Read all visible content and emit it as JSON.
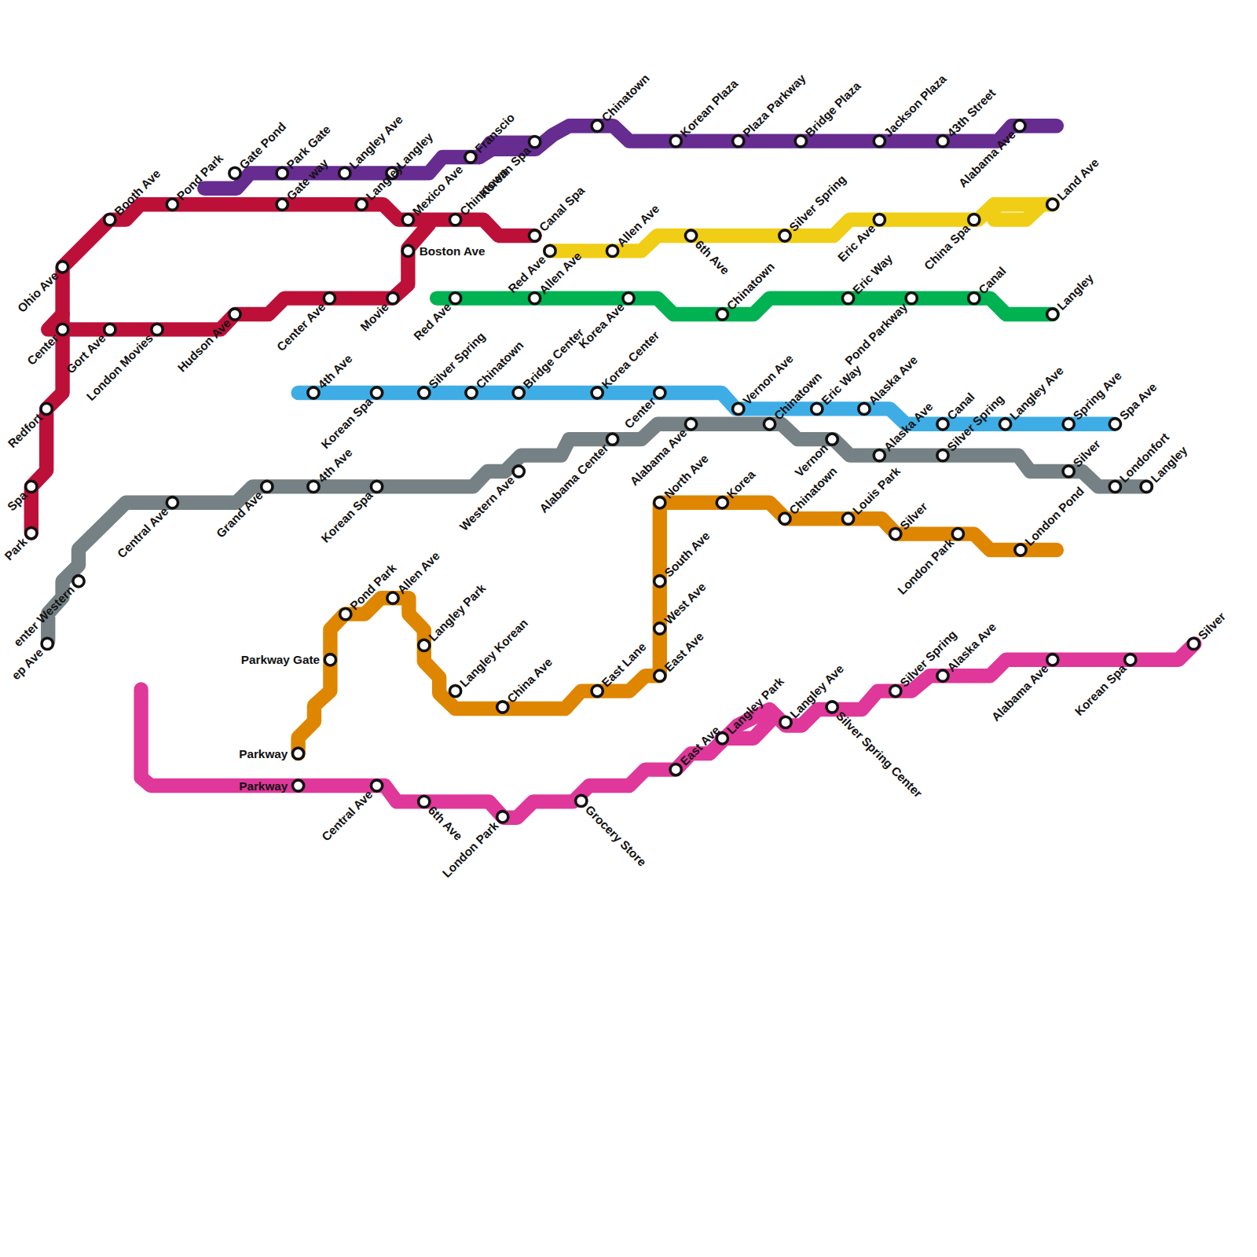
{
  "diagram": {
    "labels": [
      "Gate Pond",
      "Park Gate",
      "Langley Ave",
      "Langley",
      "Franscio",
      "Korean Spa",
      "Chinatown",
      "Korean Plaza",
      "Plaza Parkway",
      "Bridge Plaza",
      "Jackson Plaza",
      "43th Street",
      "Alabama Ave",
      "Booth Ave",
      "Pond Park",
      "Gate way",
      "Langley",
      "Mexico Ave",
      "Chinatown",
      "Canal Spa",
      "Boston Ave",
      "Movie",
      "Center Ave",
      "Hudson Ave",
      "London Movies",
      "Gort Ave",
      "Center",
      "Ohio Ave",
      "Redfort",
      "Spa",
      "Park",
      "Red Ave",
      "Allen Ave",
      "6th Ave",
      "Silver Spring",
      "Eric Ave",
      "China Spa",
      "Land Ave",
      "Red Ave",
      "Allen Ave",
      "Korea Ave",
      "Chinatown",
      "Eric Way",
      "Pond Parkway",
      "Canal",
      "Langley",
      "4th Ave",
      "Korean Spa",
      "Silver Spring",
      "Chinatown",
      "Bridge Center",
      "Korea Center",
      "Center",
      "Vernon Ave",
      "Eric Way",
      "Alaska Ave",
      "Canal",
      "Langley Ave",
      "Spring Ave",
      "Spa Ave",
      "ep Ave",
      "enter Western",
      "Central Ave",
      "Grand Ave",
      "4th Ave",
      "Korean Spa",
      "Western Ave",
      "Alabama Center",
      "Alabama Ave",
      "Chinatown",
      "Vernon",
      "Alaska Ave",
      "Silver Spring",
      "Silver",
      "Londonfort",
      "Langley",
      "Parkway",
      "Parkway Gate",
      "Pond Park",
      "Allen Ave",
      "Langley Park",
      "Langley Korean",
      "China Ave",
      "East Lane",
      "North Ave",
      "South Ave",
      "West Ave",
      "East Ave",
      "Korea",
      "Chinatown",
      "Louis Park",
      "Silver",
      "London Park",
      "London Pond",
      "Parkway",
      "Central Ave",
      "6th Ave",
      "London Park",
      "Grocery Store",
      "East Ave",
      "Langley Park",
      "Langley Ave",
      "Silver Spring Center",
      "Silver Spring",
      "Alaska Ave",
      "Alabama Ave",
      "Korean Spa",
      "Silver"
    ]
  }
}
